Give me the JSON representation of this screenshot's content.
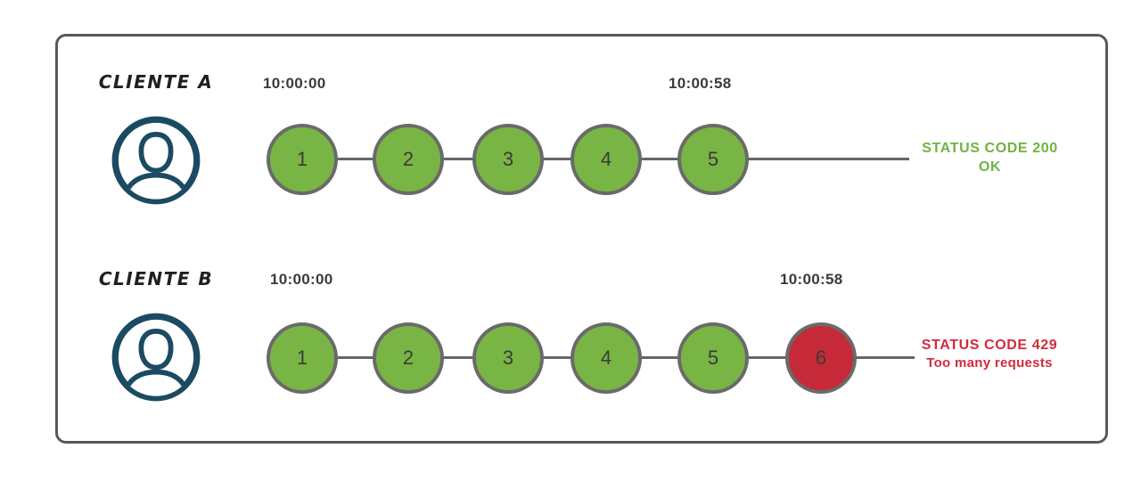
{
  "colors": {
    "frame_border": "#595959",
    "circle_border": "#6a6a6a",
    "success_green": "#79b544",
    "error_red": "#c62a38",
    "green_status_text": "#6fb43f",
    "red_status_text": "#d22b3a",
    "timestamp_text": "#3b3b3b",
    "timeline_gray": "#666666",
    "avatar_navy": "#1b4a63"
  },
  "icons": {
    "avatar": "user-avatar-icon"
  },
  "rows": [
    {
      "client_label": "CLIENTE A",
      "start_time": "10:00:00",
      "end_time": "10:00:58",
      "requests": [
        {
          "label": "1",
          "status": "ok"
        },
        {
          "label": "2",
          "status": "ok"
        },
        {
          "label": "3",
          "status": "ok"
        },
        {
          "label": "4",
          "status": "ok"
        },
        {
          "label": "5",
          "status": "ok"
        }
      ],
      "status_line1": "STATUS CODE 200",
      "status_line2": "OK"
    },
    {
      "client_label": "CLIENTE B",
      "start_time": "10:00:00",
      "end_time": "10:00:58",
      "requests": [
        {
          "label": "1",
          "status": "ok"
        },
        {
          "label": "2",
          "status": "ok"
        },
        {
          "label": "3",
          "status": "ok"
        },
        {
          "label": "4",
          "status": "ok"
        },
        {
          "label": "5",
          "status": "ok"
        },
        {
          "label": "6",
          "status": "blocked"
        }
      ],
      "status_line1": "STATUS CODE 429",
      "status_line2": "Too many requests"
    }
  ]
}
